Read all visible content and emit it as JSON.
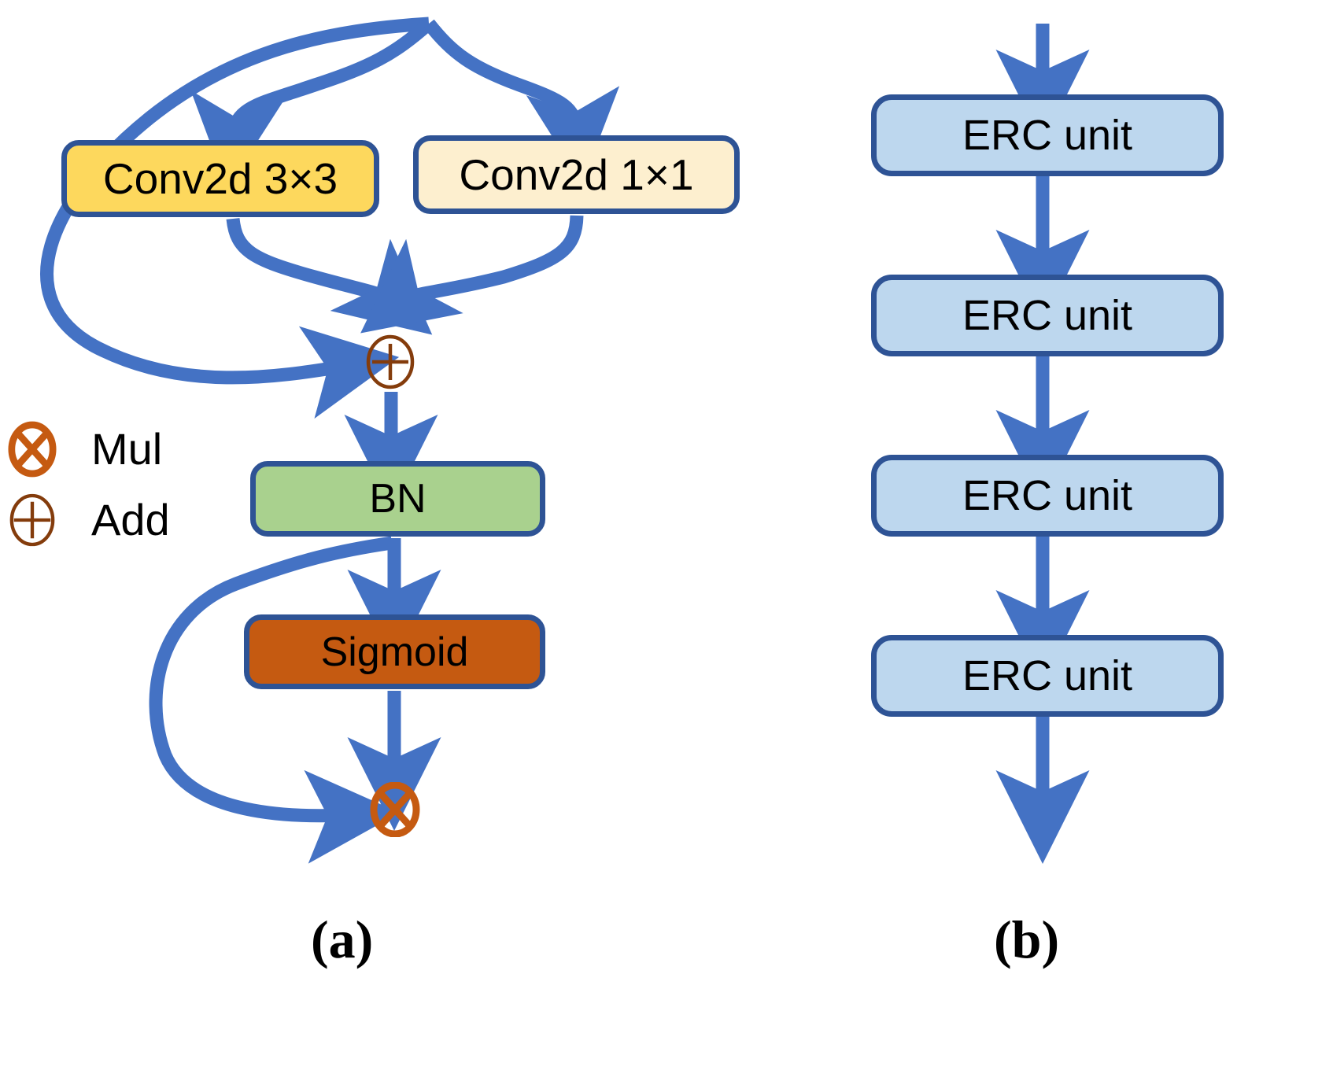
{
  "figure": {
    "type": "diagram",
    "description": "Network architecture block diagram with two panels",
    "colors": {
      "arrow_blue": "#4472C4",
      "border_blue": "#2E5395",
      "conv33_fill": "#FDD85D",
      "conv11_fill": "#FDEFCF",
      "bn_fill": "#A9D18E",
      "sigmoid_fill": "#C55A11",
      "erc_fill": "#BDD7EE",
      "op_orange": "#C55A11",
      "op_brown": "#843C0C",
      "text_black": "#000000"
    }
  },
  "panel_a": {
    "caption": "(a)",
    "blocks": [
      {
        "id": "conv33",
        "label": "Conv2d 3×3"
      },
      {
        "id": "conv11",
        "label": "Conv2d 1×1"
      },
      {
        "id": "bn",
        "label": "BN"
      },
      {
        "id": "sigmoid",
        "label": "Sigmoid"
      }
    ],
    "operators": [
      {
        "id": "add",
        "symbol": "⊕",
        "meaning": "Add"
      },
      {
        "id": "mul",
        "symbol": "⊗",
        "meaning": "Mul"
      }
    ],
    "legend": [
      {
        "symbol": "⊗",
        "label": "Mul",
        "icon": "circle-times-icon"
      },
      {
        "symbol": "⊕",
        "label": "Add",
        "icon": "circle-plus-icon"
      }
    ],
    "edges": [
      {
        "from": "input",
        "to": "conv33"
      },
      {
        "from": "input",
        "to": "conv11"
      },
      {
        "from": "input",
        "to": "add",
        "note": "skip connection"
      },
      {
        "from": "conv33",
        "to": "add"
      },
      {
        "from": "conv11",
        "to": "add"
      },
      {
        "from": "add",
        "to": "bn"
      },
      {
        "from": "bn",
        "to": "sigmoid"
      },
      {
        "from": "bn",
        "to": "mul",
        "note": "skip connection"
      },
      {
        "from": "sigmoid",
        "to": "mul"
      }
    ]
  },
  "panel_b": {
    "caption": "(b)",
    "units": [
      {
        "label": "ERC unit"
      },
      {
        "label": "ERC unit"
      },
      {
        "label": "ERC unit"
      },
      {
        "label": "ERC unit"
      }
    ],
    "edges": [
      {
        "from": "input",
        "to": "unit1"
      },
      {
        "from": "unit1",
        "to": "unit2"
      },
      {
        "from": "unit2",
        "to": "unit3"
      },
      {
        "from": "unit3",
        "to": "unit4"
      },
      {
        "from": "unit4",
        "to": "output"
      }
    ]
  }
}
